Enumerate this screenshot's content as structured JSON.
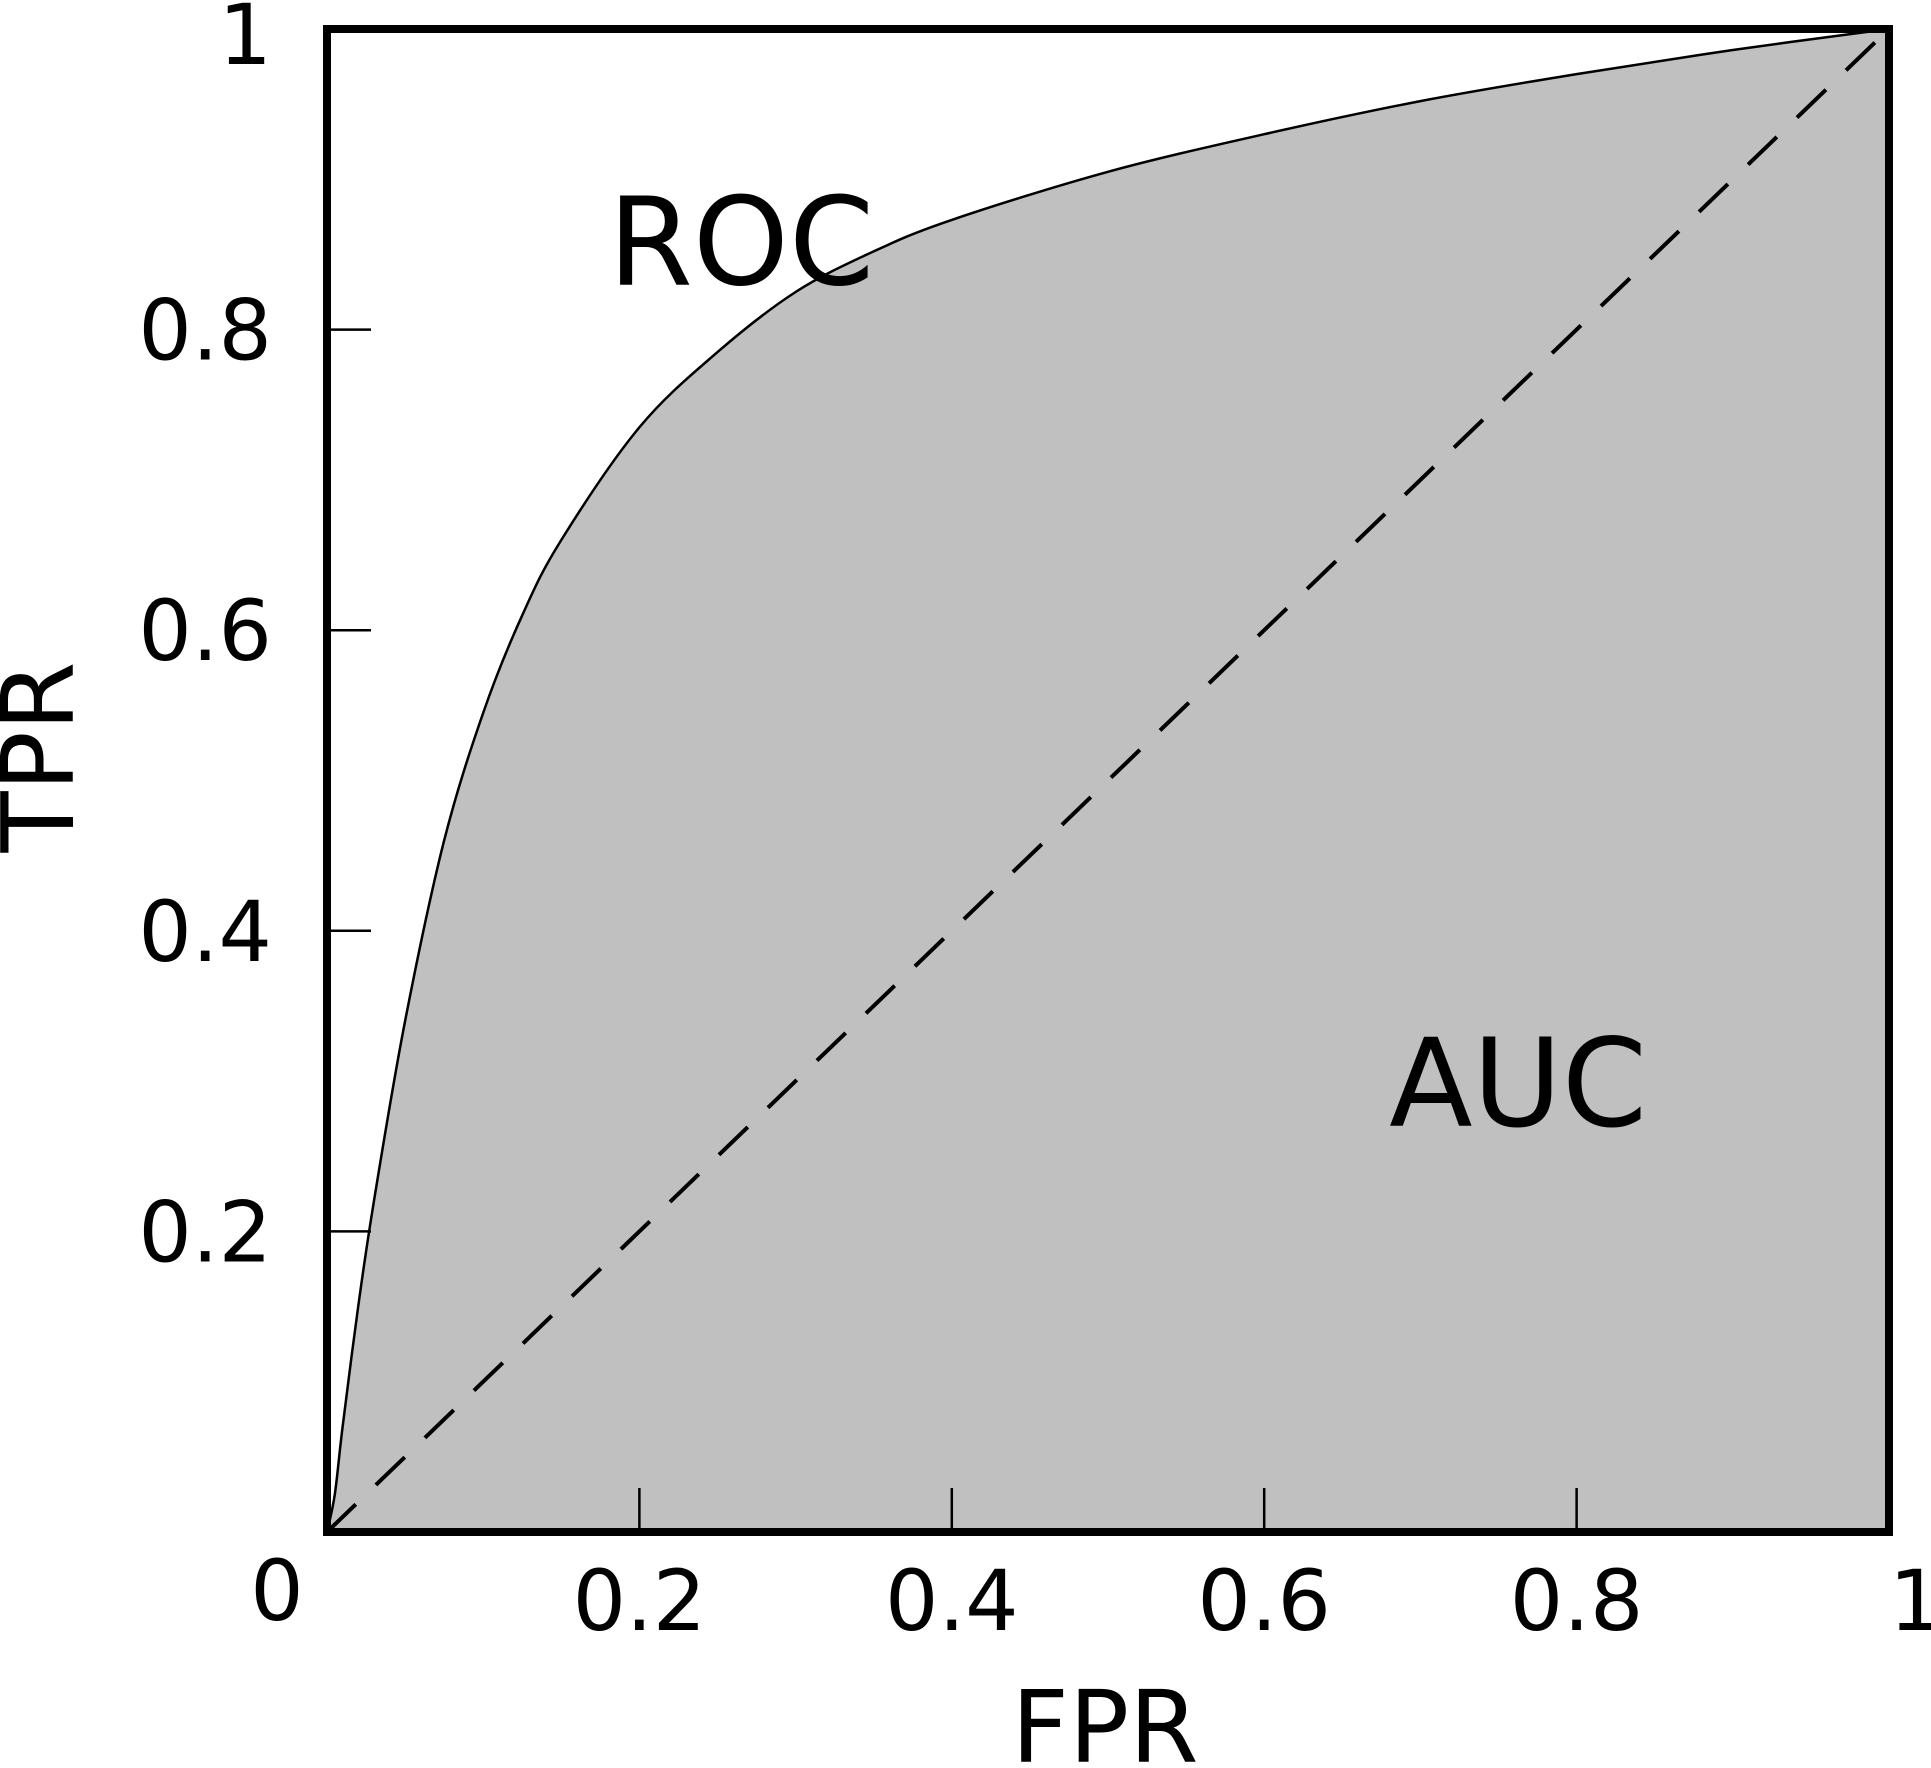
{
  "chart_data": {
    "type": "area",
    "title": "",
    "xlabel": "FPR",
    "ylabel": "TPR",
    "xlim": [
      0,
      1
    ],
    "ylim": [
      0,
      1
    ],
    "grid": false,
    "x_ticks": [
      "0",
      "0.2",
      "0.4",
      "0.6",
      "0.8",
      "1"
    ],
    "y_ticks": [
      "0",
      "0.2",
      "0.4",
      "0.6",
      "0.8",
      "1"
    ],
    "series": [
      {
        "style": "solid",
        "filled": true,
        "points": [
          [
            0,
            0
          ],
          [
            0.005,
            0.025
          ],
          [
            0.01,
            0.07
          ],
          [
            0.02,
            0.15
          ],
          [
            0.03,
            0.22
          ],
          [
            0.05,
            0.34
          ],
          [
            0.075,
            0.46
          ],
          [
            0.1,
            0.545
          ],
          [
            0.125,
            0.61
          ],
          [
            0.15,
            0.66
          ],
          [
            0.2,
            0.735
          ],
          [
            0.25,
            0.785
          ],
          [
            0.3,
            0.825
          ],
          [
            0.35,
            0.852
          ],
          [
            0.4,
            0.873
          ],
          [
            0.5,
            0.905
          ],
          [
            0.6,
            0.93
          ],
          [
            0.7,
            0.952
          ],
          [
            0.8,
            0.97
          ],
          [
            0.9,
            0.986
          ],
          [
            1,
            1
          ]
        ]
      },
      {
        "style": "dashed",
        "filled": false,
        "points": [
          [
            0,
            0
          ],
          [
            1,
            1
          ]
        ]
      }
    ],
    "annotations": [
      {
        "text": "ROC",
        "x": 0.18,
        "y": 0.83
      },
      {
        "text": "AUC",
        "x": 0.68,
        "y": 0.27
      }
    ],
    "colors": {
      "fill": "#c0c0c0",
      "line": "#000000",
      "frame": "#000000",
      "background": "#ffffff"
    }
  }
}
